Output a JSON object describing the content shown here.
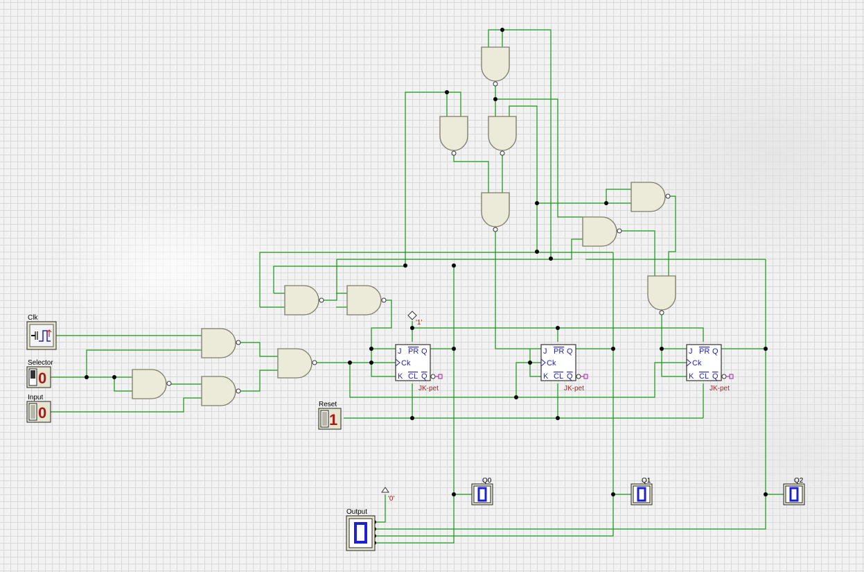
{
  "inputs": {
    "clk": {
      "label": "Clk"
    },
    "selector": {
      "label": "Selector",
      "value": "0"
    },
    "input": {
      "label": "Input",
      "value": "0"
    },
    "reset": {
      "label": "Reset",
      "value": "1"
    }
  },
  "flipflops": [
    {
      "type": "JK-pet",
      "pins": {
        "j": "J",
        "pr": "PR",
        "q": "Q",
        "ck": "Ck",
        "k": "K",
        "cl": "CL",
        "qbar": "Q"
      }
    },
    {
      "type": "JK-pet",
      "pins": {
        "j": "J",
        "pr": "PR",
        "q": "Q",
        "ck": "Ck",
        "k": "K",
        "cl": "CL",
        "qbar": "Q"
      }
    },
    {
      "type": "JK-pet",
      "pins": {
        "j": "J",
        "pr": "PR",
        "q": "Q",
        "ck": "Ck",
        "k": "K",
        "cl": "CL",
        "qbar": "Q"
      }
    }
  ],
  "constants": {
    "one": "'1'",
    "zero": "'0'"
  },
  "outputs": {
    "q0": {
      "label": "Q0",
      "value": "0"
    },
    "q1": {
      "label": "Q1",
      "value": "0"
    },
    "q2": {
      "label": "Q2",
      "value": "0"
    },
    "output": {
      "label": "Output",
      "value": "0"
    }
  },
  "colors": {
    "wire": "#1a9a1a",
    "gate_fill": "#ecebd9",
    "display_segment": "#1f1fd6",
    "input_digit": "#a51a1a",
    "ff_text": "#1f1fb4"
  }
}
